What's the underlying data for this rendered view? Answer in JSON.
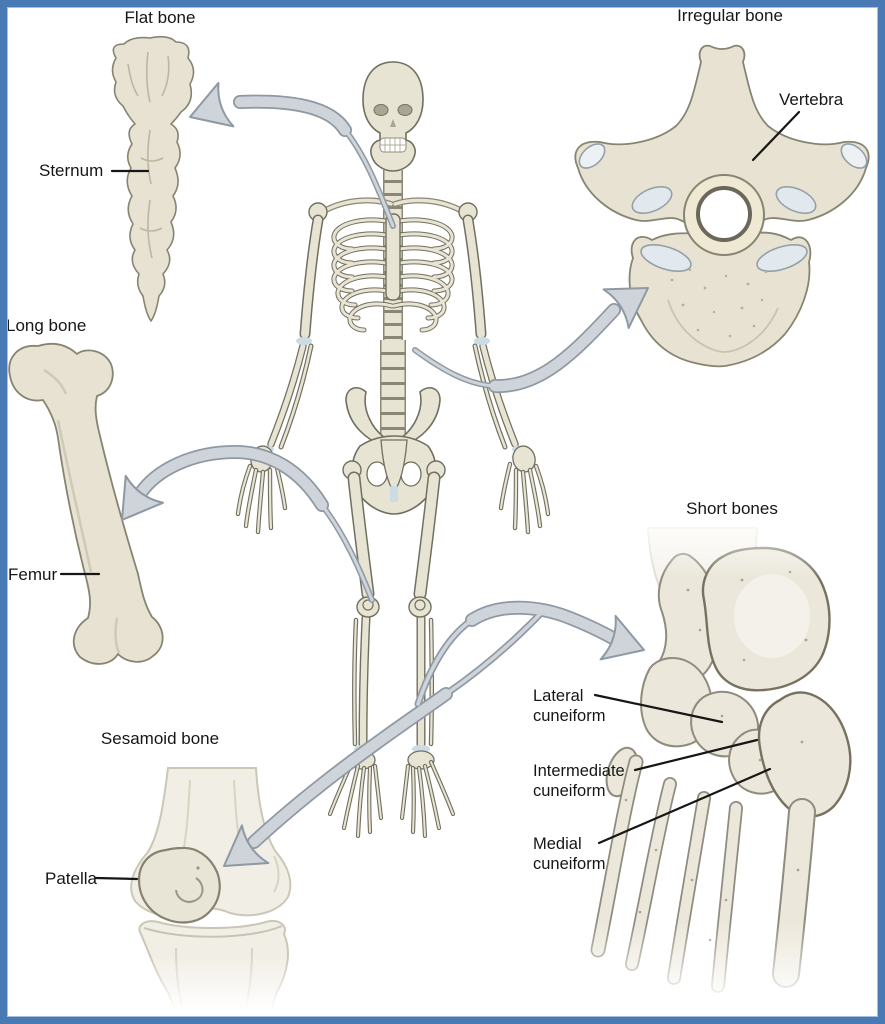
{
  "figure": {
    "description": "Classification of bones diagram",
    "panels": {
      "flat_bone": {
        "title": "Flat bone",
        "label": "Sternum"
      },
      "irregular_bone": {
        "title": "Irregular bone",
        "label": "Vertebra"
      },
      "long_bone": {
        "title": "Long bone",
        "label": "Femur"
      },
      "sesamoid_bone": {
        "title": "Sesamoid bone",
        "label": "Patella"
      },
      "short_bones": {
        "title": "Short bones",
        "labels": [
          {
            "l1": "Lateral",
            "l2": "cuneiform"
          },
          {
            "l1": "Intermediate",
            "l2": "cuneiform"
          },
          {
            "l1": "Medial",
            "l2": "cuneiform"
          }
        ]
      }
    },
    "colors": {
      "frame_blue": "#4a7ab3",
      "bone_fill": "#e7e2d2",
      "bone_stroke": "#878471",
      "pale_bone_fill": "#f1eee5",
      "arrow_fill": "#ced4da",
      "arrow_stroke": "#8e99a3",
      "label_text": "#161616"
    }
  }
}
